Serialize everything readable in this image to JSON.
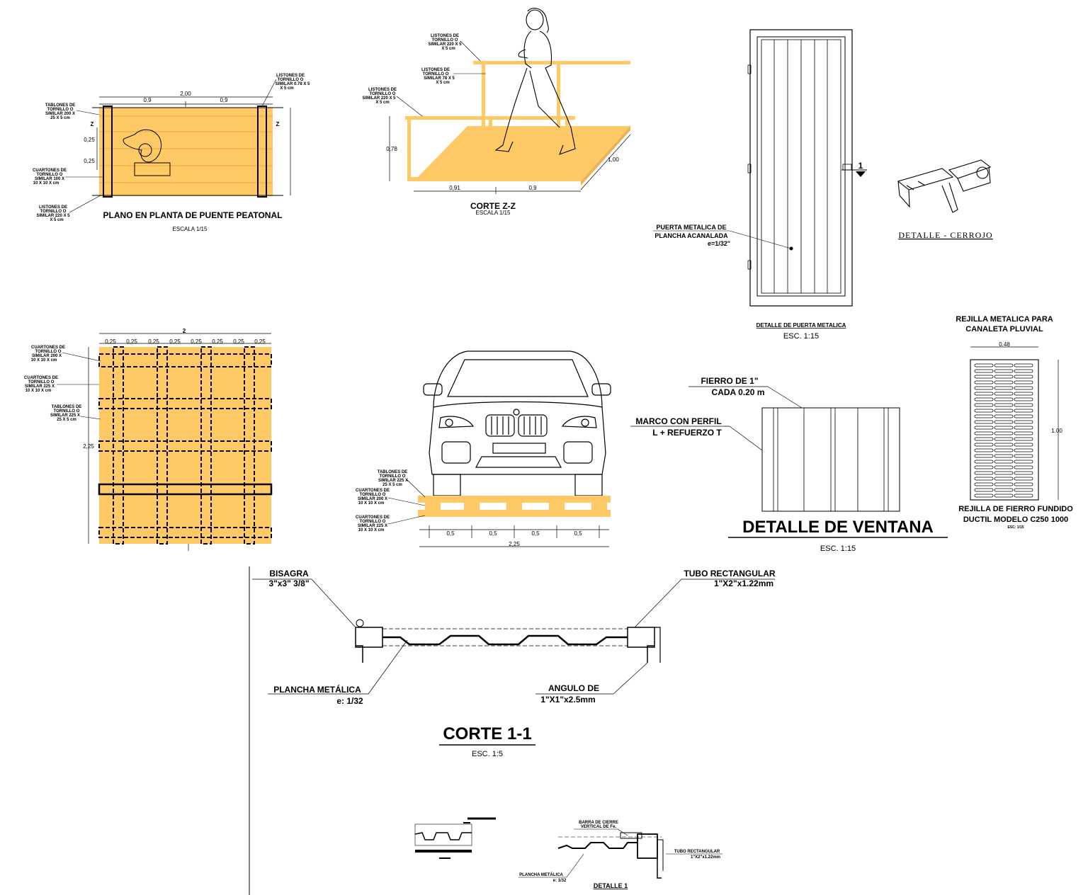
{
  "plan": {
    "title": "PLANO EN PLANTA DE PUENTE PEATONAL",
    "scale": "ESCALA   1/15",
    "dim_total": "2,00",
    "dim_left": "0,9",
    "dim_right": "0,9",
    "dim_v1": "0,25",
    "dim_v2": "0,25",
    "marker": "Z",
    "note_tablones": [
      "TABLONES DE",
      "TORNILLO O",
      "SIMILAR 200 X",
      "25 X 5 cm"
    ],
    "note_cuartones": [
      "CUARTONES DE",
      "TORNILLO O",
      "SIMILAR 100 X",
      "10 X 10 X   cm"
    ],
    "note_listones_low": [
      "LISTONES DE",
      "TORNILLO O",
      "SIMILAR 220 X 5",
      "X 5 cm"
    ],
    "note_listones_top": [
      "LISTONES DE",
      "TORNILLO O",
      "SIMILAR 0.78 X 5",
      "X 5 cm"
    ]
  },
  "corte_zz": {
    "title": "CORTE Z-Z",
    "scale": "ESCALA   1/15",
    "note_1": [
      "LISTONES DE",
      "TORNILLO O",
      "SIMILAR 220 X 5",
      "X 5 cm"
    ],
    "note_2": [
      "LISTONES DE",
      "TORNILLO O",
      "SIMILAR 78 X 5",
      "X 5 cm"
    ],
    "note_3": [
      "LISTONES DE",
      "TORNILLO O",
      "SIMILAR 220 X 5",
      "X 5 cm"
    ],
    "dim_h": "0,78",
    "dim_a": "0,91",
    "dim_b": "0,9",
    "dim_c": "1,00"
  },
  "puerta": {
    "label_1": "PUERTA METALICA DE",
    "label_2": "PLANCHA ACANALADA",
    "label_3": "e=1/32\"",
    "title": "DETALLE DE PUERTA METALICA",
    "scale": "ESC. 1:15",
    "section_mark": "1"
  },
  "cerrojo": {
    "title": "DETALLE - CERROJO"
  },
  "plan2": {
    "dims_top": [
      "0,25",
      "0,25",
      "0,25",
      "0,25",
      "0,25",
      "0,25",
      "0,25",
      "0,25"
    ],
    "dim_side": "2,25",
    "marker": "2",
    "note_1": [
      "CUARTONES DE",
      "TORNILLO O",
      "SIMILAR 200 X",
      "10 X 10 X   cm"
    ],
    "note_2": [
      "CUARTONES DE",
      "TORNILLO O",
      "SIMILAR 225 X",
      "10 X 10 X   cm"
    ],
    "note_3": [
      "TABLONES DE",
      "TORNILLO O",
      "SIMILAR 225 X",
      "25 X 5 cm"
    ]
  },
  "car": {
    "note_1": [
      "TABLONES DE",
      "TORNILLO O",
      "SIMILAR 225 X",
      "25 X 5 cm"
    ],
    "note_2": [
      "CUARTONES DE",
      "TORNILLO O",
      "SIMILAR 200 X",
      "10 X 10 X   cm"
    ],
    "note_3": [
      "CUARTONES DE",
      "TORNILLO O",
      "SIMILAR 225 X",
      "10 X 10 X   cm"
    ],
    "dims": [
      "0,5",
      "0,5",
      "0,5",
      "0,5"
    ],
    "dim_total": "2,25"
  },
  "ventana": {
    "fierro_1": "FIERRO   DE   1\"",
    "fierro_2": "CADA 0.20 m",
    "marco_1": "MARCO CON PERFIL",
    "marco_2": "L  + REFUERZO T",
    "title": "DETALLE DE VENTANA",
    "scale": "ESC. 1:15"
  },
  "rejilla": {
    "head_1": "REJILLA METALICA PARA",
    "head_2": "CANALETA PLUVIAL",
    "dim_w": "0.48",
    "dim_h": "1.00",
    "foot_1": "REJILLA DE FIERRO FUNDIDO",
    "foot_2": "DUCTIL MODELO C250 1000",
    "scale": "ESC: 1/15"
  },
  "corte11": {
    "bisagra_1": "BISAGRA",
    "bisagra_2": "3\"x3\" 3/8\"",
    "tubo_1": "TUBO RECTANGULAR",
    "tubo_2": "1\"X2\"x1.22mm",
    "plancha_1": "PLANCHA METÁLICA",
    "plancha_2": "e: 1/32",
    "angulo_1": "ANGULO DE",
    "angulo_2": "1\"X1\"x2.5mm",
    "title": "CORTE 1-1",
    "scale": "ESC. 1:5"
  },
  "detalle1": {
    "barra_1": "BARRA DE CIERRE",
    "barra_2": "VERTICAL DE Fe.",
    "tubo_1": "TUBO RECTANGULAR",
    "tubo_2": "1\"X2\"x1.22mm",
    "plancha_1": "PLANCHA METÁLICA",
    "plancha_2": "e: 1/32",
    "title": "DETALLE 1"
  },
  "colors": {
    "wood": "#ffc966",
    "line": "#000000"
  }
}
